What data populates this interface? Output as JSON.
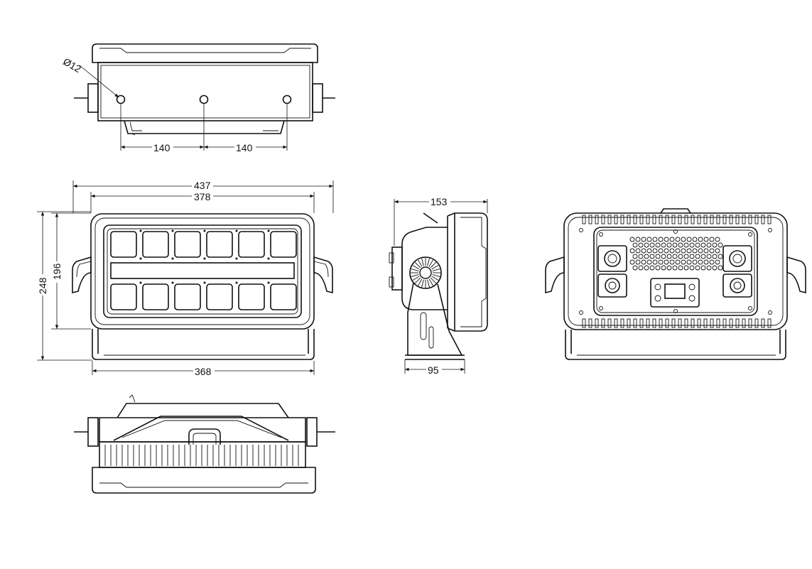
{
  "drawing": {
    "top_view": {
      "hole_label": "Ø12",
      "spacing_left": "140",
      "spacing_right": "140"
    },
    "front_view": {
      "overall_width": "437",
      "housing_width": "378",
      "base_width": "368",
      "overall_height": "248",
      "housing_height": "196"
    },
    "side_view": {
      "depth": "153",
      "base_depth": "95"
    }
  }
}
